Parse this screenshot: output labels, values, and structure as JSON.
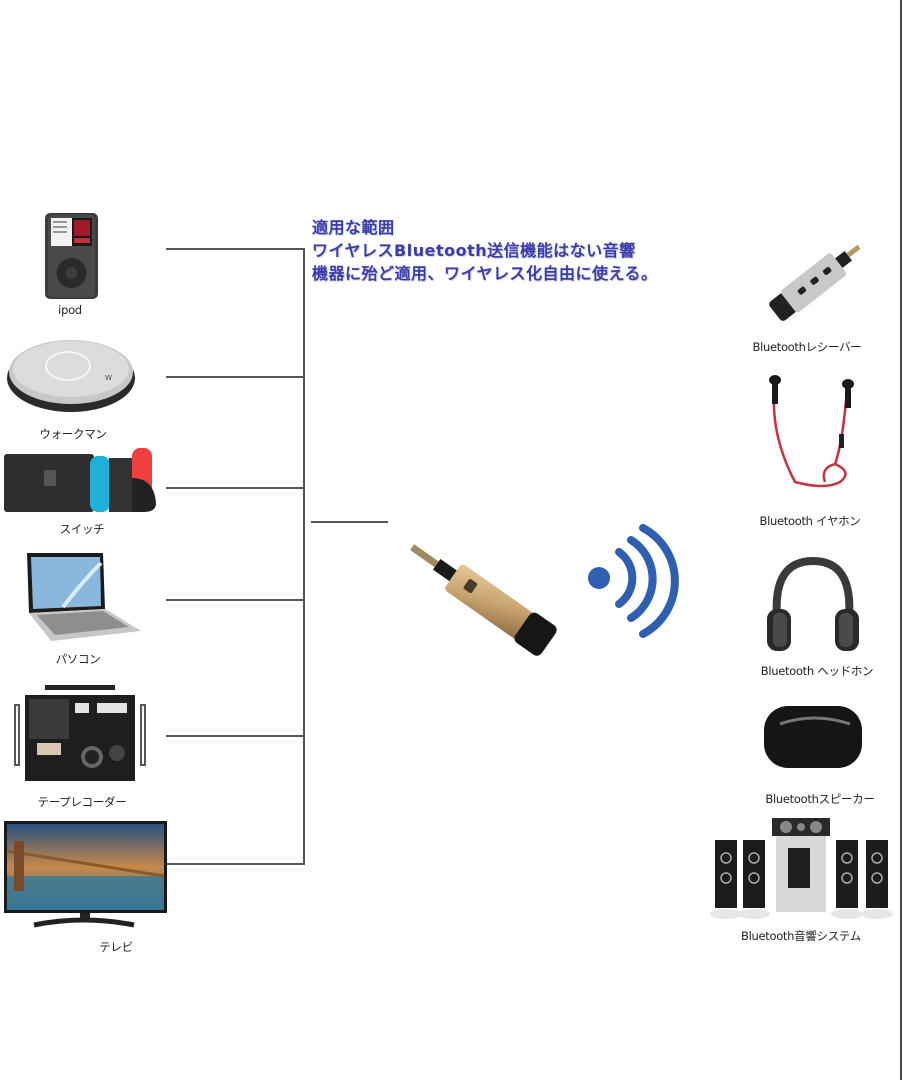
{
  "caption": {
    "line1": "適用な範囲",
    "line2": "ワイヤレスBluetooth送信機能はない音響",
    "line3": "機器に殆ど適用、ワイヤレス化自由に使える。",
    "color": "#3a3fa8"
  },
  "source_devices": [
    {
      "label": "ipod",
      "icon": "ipod-icon"
    },
    {
      "label": "ウォークマン",
      "icon": "walkman-icon"
    },
    {
      "label": "スイッチ",
      "icon": "game-console-icon"
    },
    {
      "label": "パソコン",
      "icon": "laptop-icon"
    },
    {
      "label": "テープレコーダー",
      "icon": "tape-recorder-icon"
    },
    {
      "label": "テレビ",
      "icon": "tv-icon"
    }
  ],
  "center_device": {
    "icon": "bluetooth-transmitter-icon",
    "signal_icon": "wireless-signal-icon",
    "signal_color": "#2f5fb0"
  },
  "target_devices": [
    {
      "label": "Bluetoothレシーバー",
      "icon": "bluetooth-receiver-icon"
    },
    {
      "label": "Bluetooth イヤホン",
      "icon": "earphones-icon"
    },
    {
      "label": "Bluetooth ヘッドホン",
      "icon": "headphones-icon"
    },
    {
      "label": "Bluetoothスピーカー",
      "icon": "speaker-icon"
    },
    {
      "label": "Bluetooth音響システム",
      "icon": "sound-system-icon"
    }
  ]
}
